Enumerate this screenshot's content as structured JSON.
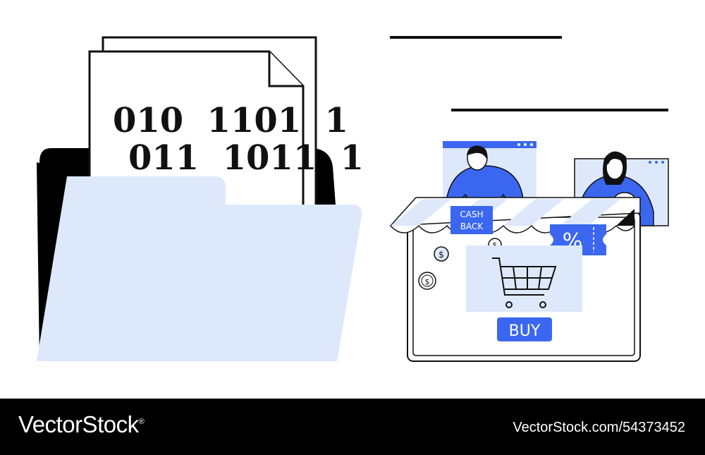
{
  "illustration": {
    "document": {
      "binary_line_1": "010  1101  1",
      "binary_line_2": "011  1011  1"
    },
    "store": {
      "cashback_line_1": "CASH",
      "cashback_line_2": "BACK",
      "coupon_symbol": "%",
      "buy_label": "BUY",
      "coin_symbol": "$"
    },
    "icons": [
      "folder-icon",
      "document-icon",
      "shopping-cart-icon",
      "coupon-icon",
      "coin-icon",
      "person-icon"
    ]
  },
  "footer": {
    "brand": "VectorStock",
    "brand_mark": "®",
    "asset_id": "VectorStock.com/54373452"
  },
  "colors": {
    "accent_blue": "#3b67f0",
    "light_blue": "#dde8fb",
    "outline": "#111111",
    "footer_bg": "#000000"
  }
}
